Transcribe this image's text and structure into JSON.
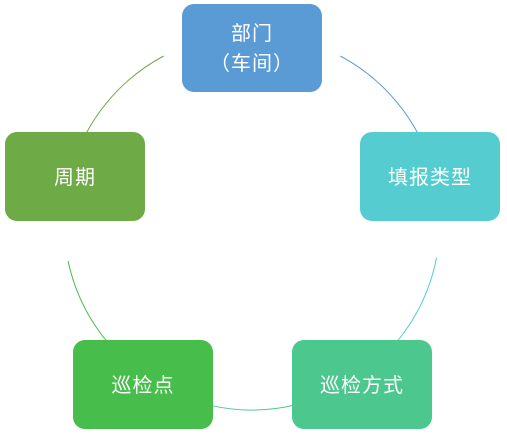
{
  "diagram": {
    "nodes": [
      {
        "id": "department",
        "lines": [
          "部门",
          "（车间）"
        ],
        "color": "#5b9bd5"
      },
      {
        "id": "report-type",
        "lines": [
          "填报类型"
        ],
        "color": "#55cdd0"
      },
      {
        "id": "inspection-method",
        "lines": [
          "巡检方式"
        ],
        "color": "#4cc78e"
      },
      {
        "id": "inspection-point",
        "lines": [
          "巡检点"
        ],
        "color": "#47bd4c"
      },
      {
        "id": "cycle",
        "lines": [
          "周期"
        ],
        "color": "#6eaa45"
      }
    ],
    "connectors": [
      {
        "from": "department",
        "to": "report-type",
        "color": "#5b9bd5"
      },
      {
        "from": "report-type",
        "to": "inspection-method",
        "color": "#55cdd0"
      },
      {
        "from": "inspection-method",
        "to": "inspection-point",
        "color": "#4cc78e"
      },
      {
        "from": "inspection-point",
        "to": "cycle",
        "color": "#47bd4c"
      },
      {
        "from": "cycle",
        "to": "department",
        "color": "#6eaa45"
      }
    ]
  }
}
